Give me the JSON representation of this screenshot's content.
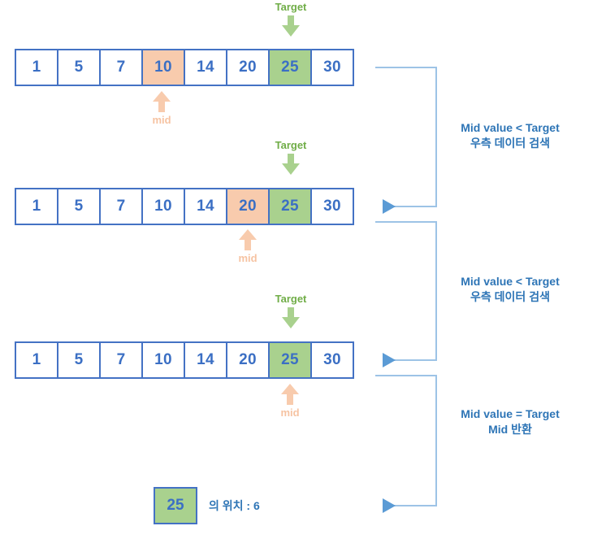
{
  "diagram": {
    "title_hidden": "",
    "colors": {
      "cell_border": "#4472c4",
      "value_text": "#3b6fc4",
      "mid_fill": "#f8cbad",
      "mid_label": "#f6c3a2",
      "target_fill": "#a9d18e",
      "target_label": "#70ad47",
      "annotation_text": "#2e75b6",
      "connector": "#9dc3e6"
    },
    "labels": {
      "target": "Target",
      "mid": "mid"
    },
    "steps": [
      {
        "id": "step-1",
        "values": [
          "1",
          "5",
          "7",
          "10",
          "14",
          "20",
          "25",
          "30"
        ],
        "mid_index": 3,
        "target_index": 6,
        "annotation_line1": "Mid value < Target",
        "annotation_line2": "우측 데이터 검색"
      },
      {
        "id": "step-2",
        "values": [
          "1",
          "5",
          "7",
          "10",
          "14",
          "20",
          "25",
          "30"
        ],
        "mid_index": 5,
        "target_index": 6,
        "annotation_line1": "Mid value < Target",
        "annotation_line2": "우측 데이터 검색"
      },
      {
        "id": "step-3",
        "values": [
          "1",
          "5",
          "7",
          "10",
          "14",
          "20",
          "25",
          "30"
        ],
        "mid_index": 6,
        "target_index": 6,
        "annotation_line1": "Mid value = Target",
        "annotation_line2": "Mid 반환"
      }
    ],
    "result": {
      "value": "25",
      "text": "의 위치 : 6"
    }
  }
}
